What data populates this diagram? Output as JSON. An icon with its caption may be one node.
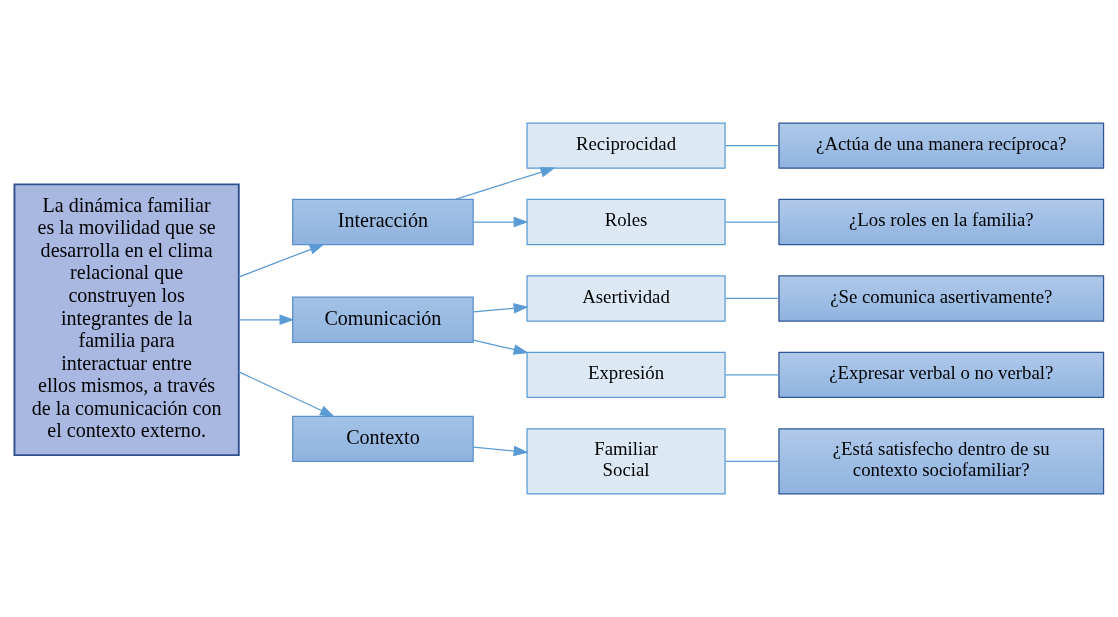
{
  "diagram": {
    "nodes": [
      {
        "text": [
          "La dinámica familiar es la movilidad que se desarrolla en el clima relacional que construyen los integrantes de la familia para interactuar entre ellos mismos, a través de la comunicación con el contexto externo."
        ]
      },
      {
        "text": [
          "Interacción"
        ]
      },
      {
        "text": [
          "Comunicación"
        ]
      },
      {
        "text": [
          "Contexto"
        ]
      },
      {
        "text": [
          "Reciprocidad"
        ]
      },
      {
        "text": [
          "¿Actúa de una manera recíproca?"
        ]
      },
      {
        "text": [
          "Roles"
        ]
      },
      {
        "text": [
          "¿Los roles en la familia?"
        ]
      },
      {
        "text": [
          "Asertividad"
        ]
      },
      {
        "text": [
          "¿Se comunica asertivamente?"
        ]
      },
      {
        "text": [
          "Expresión"
        ]
      },
      {
        "text": [
          "¿Expresar verbal o no verbal?"
        ]
      },
      {
        "text": [
          "Familiar Social"
        ]
      },
      {
        "text": [
          "¿Está satisfecho dentro de su contexto sociofamiliar?"
        ]
      }
    ],
    "edges": [
      {
        "from": 0,
        "to": 1,
        "arrow": "to"
      },
      {
        "from": 0,
        "to": 2,
        "arrow": "to"
      },
      {
        "from": 0,
        "to": 3,
        "arrow": "to"
      },
      {
        "from": 1,
        "to": 4,
        "arrow": "to"
      },
      {
        "from": 1,
        "to": 6,
        "arrow": "to"
      },
      {
        "from": 2,
        "to": 8,
        "arrow": "to"
      },
      {
        "from": 2,
        "to": 10,
        "arrow": "to"
      },
      {
        "from": 3,
        "to": 12,
        "arrow": "to"
      },
      {
        "from": 4,
        "to": 5,
        "arrow": "none"
      },
      {
        "from": 6,
        "to": 7,
        "arrow": "none"
      },
      {
        "from": 8,
        "to": 9,
        "arrow": "none"
      },
      {
        "from": 10,
        "to": 11,
        "arrow": "none"
      },
      {
        "from": 12,
        "to": 13,
        "arrow": "none"
      }
    ]
  }
}
